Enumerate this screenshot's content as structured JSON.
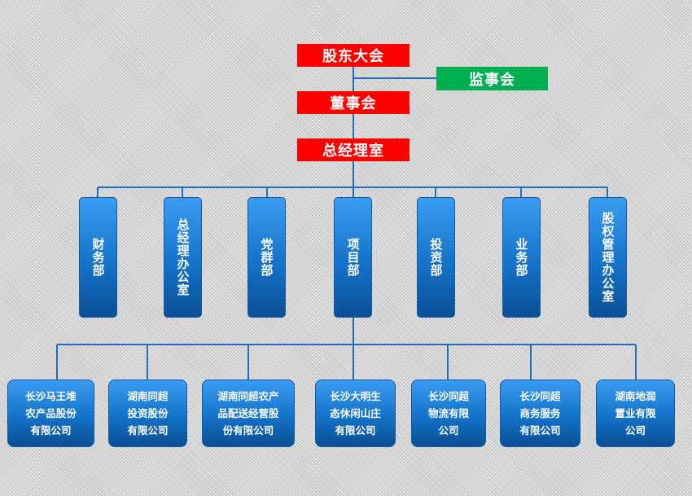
{
  "top": {
    "shareholders": "股东大会",
    "supervisors": "监事会",
    "board": "董事会",
    "gm_office": "总经理室"
  },
  "departments": [
    {
      "label": "财务部"
    },
    {
      "label": "总经理办公室"
    },
    {
      "label": "党群部"
    },
    {
      "label": "项目部"
    },
    {
      "label": "投资部"
    },
    {
      "label": "业务部"
    },
    {
      "label": "股权管理办公室"
    }
  ],
  "subsidiaries": [
    {
      "label": "长沙马王堆\n农产品股份\n有限公司"
    },
    {
      "label": "湖南同超\n投资股份\n有限公司"
    },
    {
      "label": "湖南同超农产\n品配送经营股\n份有限公司"
    },
    {
      "label": "长沙大明生\n态休闲山庄\n有限公司"
    },
    {
      "label": "长沙同超\n物流有限\n公司"
    },
    {
      "label": "长沙同超\n商务服务\n有限公司"
    },
    {
      "label": "湖南地润\n置业有限\n公司"
    }
  ],
  "colors": {
    "red": "#ff0000",
    "green": "#00b050",
    "line": "#1f6fc0",
    "box": "#1473c9"
  }
}
